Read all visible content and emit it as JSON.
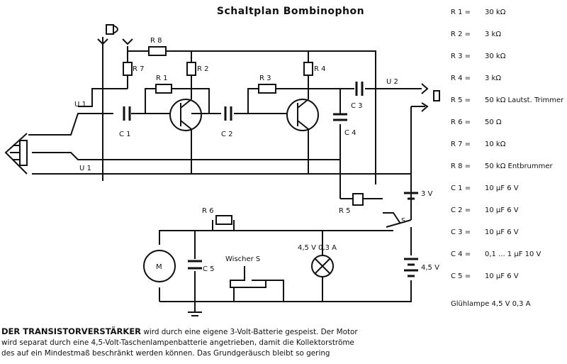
{
  "title": "Schaltplan Bombinophon",
  "labels": {
    "R1": "R 1",
    "R2": "R 2",
    "R3": "R 3",
    "R4": "R 4",
    "R5": "R 5",
    "R6": "R 6",
    "R7": "R 7",
    "R8": "R 8",
    "C1": "C 1",
    "C2": "C 2",
    "C3": "C 3",
    "C4": "C 4",
    "C5": "C 5",
    "U1": "U 1",
    "U2": "U 2",
    "S": "S",
    "M": "M",
    "B1": "3 V",
    "B2": "4,5 V",
    "lamp": "4,5 V  0,3 A",
    "switch": "Wischer S"
  },
  "parts": [
    {
      "name": "R 1 =",
      "value": "30 kΩ"
    },
    {
      "name": "R 2 =",
      "value": "3 kΩ"
    },
    {
      "name": "R 3 =",
      "value": "30 kΩ"
    },
    {
      "name": "R 4 =",
      "value": "3 kΩ"
    },
    {
      "name": "R 5 =",
      "value": "50 kΩ Lautst. Trimmer"
    },
    {
      "name": "R 6 =",
      "value": "50 Ω"
    },
    {
      "name": "R 7 =",
      "value": "10 kΩ"
    },
    {
      "name": "R 8 =",
      "value": "50 kΩ Entbrummer"
    },
    {
      "name": "C 1 =",
      "value": "10 µF 6 V"
    },
    {
      "name": "C 2 =",
      "value": "10 µF 6 V"
    },
    {
      "name": "C 3 =",
      "value": "10 µF 6 V"
    },
    {
      "name": "C 4 =",
      "value": "0,1 ... 1 µF 10 V"
    },
    {
      "name": "C 5 =",
      "value": "10 µF 6 V"
    }
  ],
  "lamp_note": "Glühlampe 4,5 V 0,3 A",
  "caption": {
    "head": "DER TRANSISTORVERSTÄRKER",
    "line1": "wird durch eine eigene 3-Volt-Batterie gespeist. Der Motor",
    "line2": "wird separat durch eine 4,5-Volt-Taschenlampenbatterie angetrieben, damit die Kollektorströme",
    "line3": "des auf ein Mindestmaß beschränkt werden können. Das Grundgeräusch bleibt so gering"
  }
}
